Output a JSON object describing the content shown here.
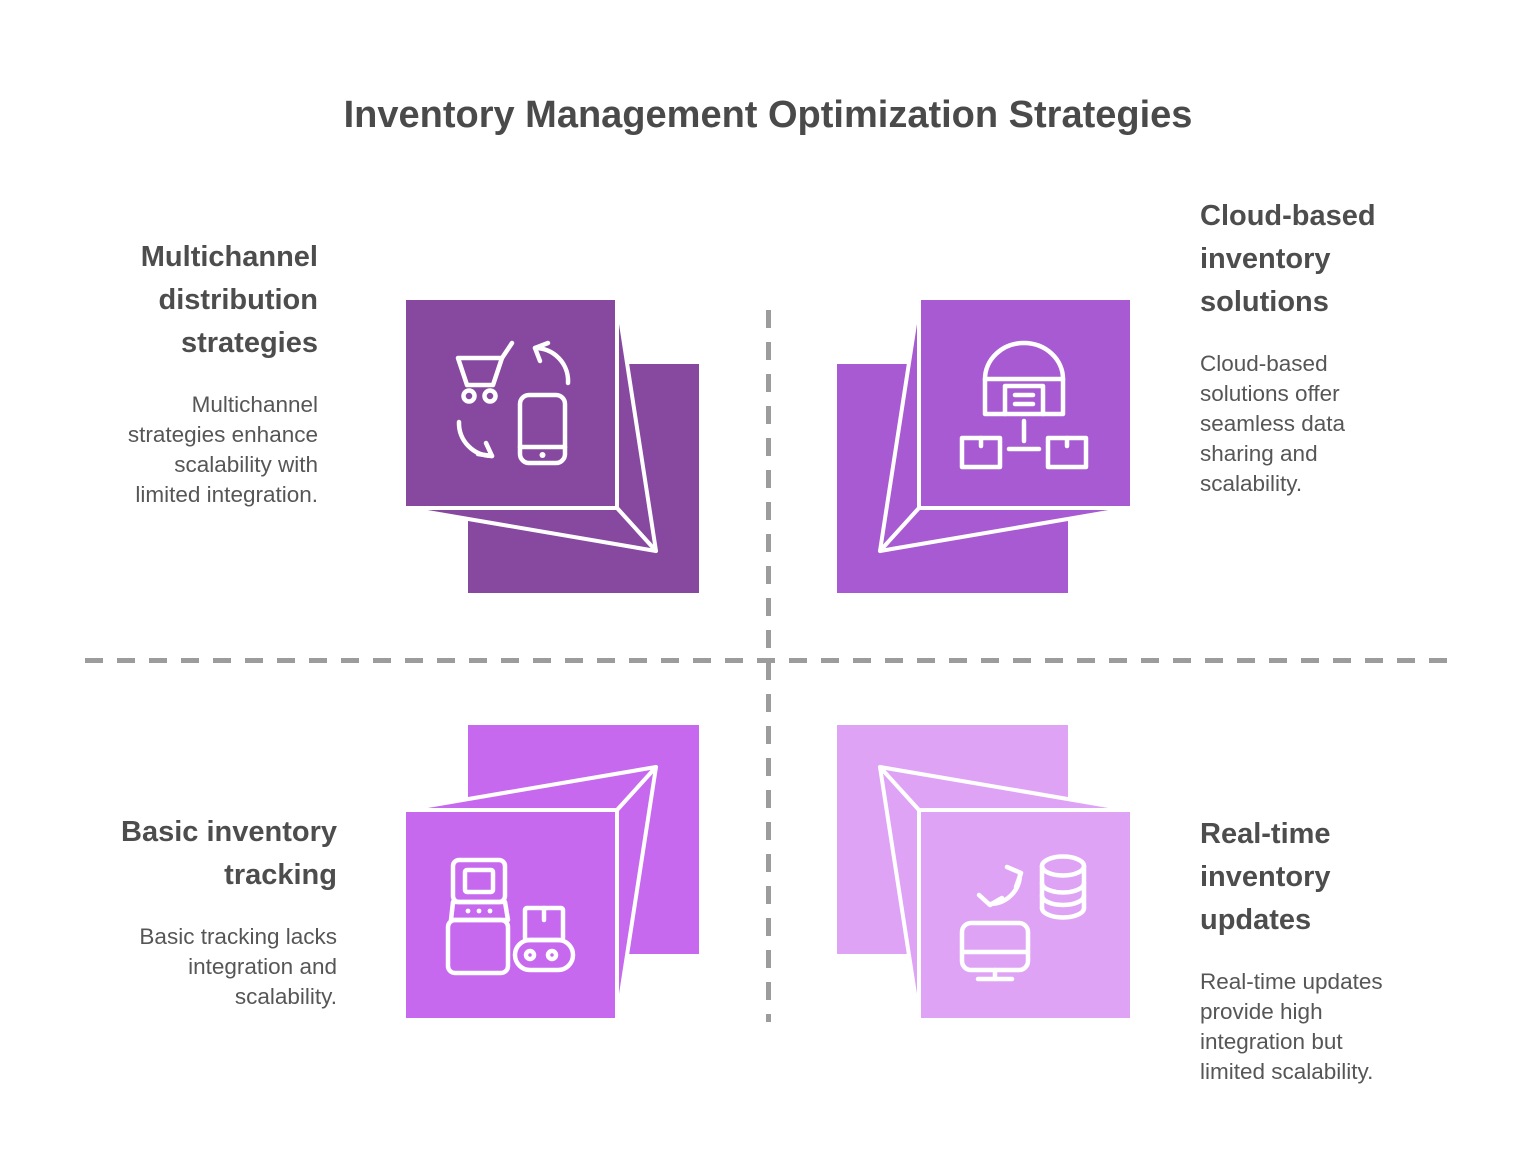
{
  "title": "Inventory Management Optimization Strategies",
  "colors": {
    "background": "#ffffff",
    "title_text": "#4a4a4a",
    "heading_text": "#4d4d4d",
    "body_text": "#565656",
    "divider": "#9c9c9c",
    "icon_stroke": "#ffffff"
  },
  "quadrants": [
    {
      "id": "multichannel-distribution",
      "heading": "Multichannel\ndistribution\nstrategies",
      "body": "Multichannel\nstrategies enhance\nscalability with\nlimited integration.",
      "cube_color": "#87489f",
      "icon": "cart-phone-sync-icon"
    },
    {
      "id": "cloud-based-solutions",
      "heading": "Cloud-based\ninventory\nsolutions",
      "body": "Cloud-based\nsolutions offer\nseamless data\nsharing and\nscalability.",
      "cube_color": "#a75ad1",
      "icon": "warehouse-distribution-icon"
    },
    {
      "id": "basic-tracking",
      "heading": "Basic inventory\ntracking",
      "body": "Basic tracking lacks\nintegration and\nscalability.",
      "cube_color": "#c669ee",
      "icon": "kiosk-conveyor-icon"
    },
    {
      "id": "realtime-updates",
      "heading": "Real-time\ninventory\nupdates",
      "body": "Real-time updates\nprovide high\nintegration but\nlimited scalability.",
      "cube_color": "#dfa3f6",
      "icon": "database-monitor-sync-icon"
    }
  ]
}
